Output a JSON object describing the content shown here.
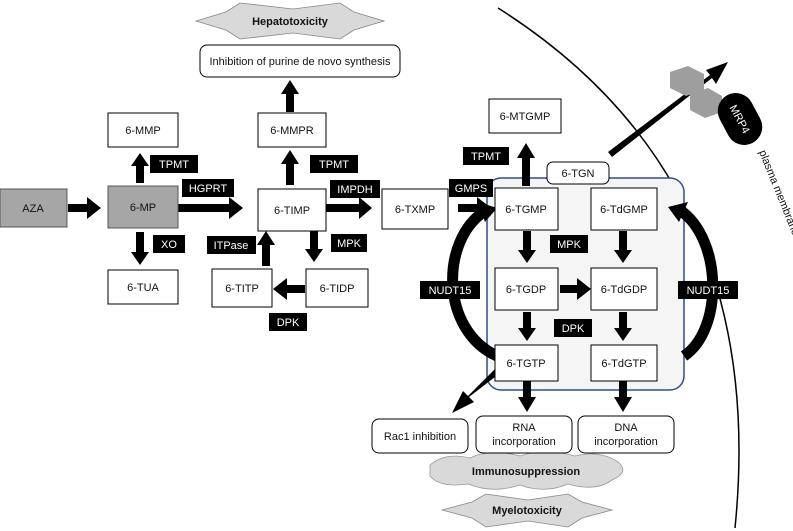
{
  "effects": {
    "hepatotoxicity": "Hepatotoxicity",
    "immunosuppression": "Immunosuppression",
    "myelotoxicity": "Myelotoxicity"
  },
  "nodes": {
    "aza": "AZA",
    "mp": "6-MP",
    "mmp": "6-MMP",
    "tua": "6-TUA",
    "timp": "6-TIMP",
    "mmpr": "6-MMPR",
    "titp": "6-TITP",
    "tidp": "6-TIDP",
    "txmp": "6-TXMP",
    "mtgmp": "6-MTGMP",
    "tgn": "6-TGN",
    "tgmp": "6-TGMP",
    "tdgmp": "6-TdGMP",
    "tgdp": "6-TGDP",
    "tdgdp": "6-TdGDP",
    "tgtp": "6-TGTP",
    "tdgtp": "6-TdGTP",
    "purine_inhibition": "Inhibition of purine de novo synthesis",
    "rac1": "Rac1 inhibition",
    "rna_line1": "RNA",
    "rna_line2": "incorporation",
    "dna_line1": "DNA",
    "dna_line2": "incorporation"
  },
  "enzymes": {
    "tpmt_1": "TPMT",
    "hgprt": "HGPRT",
    "xo": "XO",
    "tpmt_2": "TPMT",
    "impdh": "IMPDH",
    "itpase": "ITPase",
    "mpk_1": "MPK",
    "dpk_1": "DPK",
    "tpmt_3": "TPMT",
    "gmps": "GMPS",
    "mpk_2": "MPK",
    "nudt15_left": "NUDT15",
    "nudt15_right": "NUDT15",
    "dpk_2": "DPK",
    "mrp4": "MRP4"
  },
  "membrane": {
    "label": "plasma membrane"
  },
  "colors": {
    "node_fill": "#ffffff",
    "node_grey": "#a6a6a6",
    "enzyme_fill": "#000000",
    "burst_fill": "#d9d9d9",
    "box_stroke": "#2f4d8f",
    "box_fill": "#f5f5f5",
    "transporter": "#9e9e9e"
  }
}
